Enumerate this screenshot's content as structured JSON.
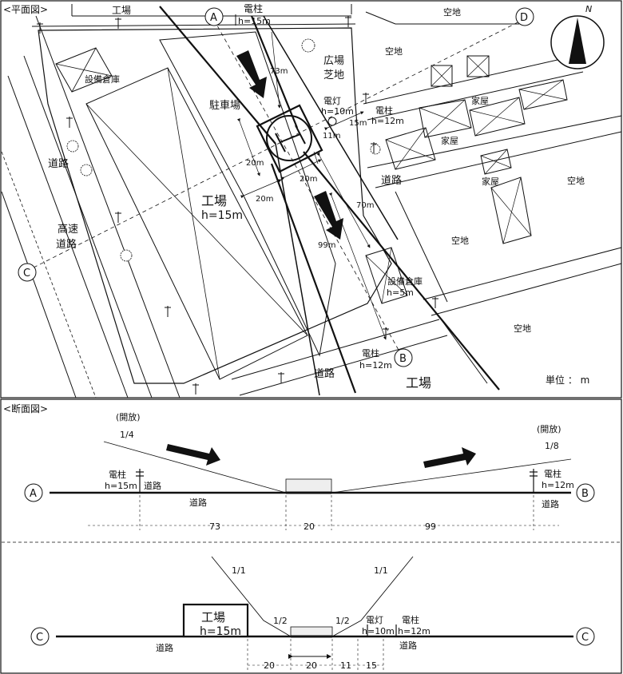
{
  "plan": {
    "title": "<平面図>",
    "unit": "単位 ： m",
    "north": "N",
    "markers": {
      "A": "A",
      "B": "B",
      "C": "C",
      "D": "D"
    },
    "labels": {
      "kojo_top": "工場",
      "denchu_top": "電柱",
      "denchu_top_h": "h=15m",
      "setsubi_soko1": "設備倉庫",
      "hiroba": "広場",
      "shibachi": "芝地",
      "chushajo": "駐車場",
      "dento": "電灯",
      "dento_h": "h=10m",
      "denchu_right": "電柱",
      "denchu_right_h": "h=12m",
      "kochi1": "空地",
      "kochi2": "空地",
      "kaoku1": "家屋",
      "kaoku2": "家屋",
      "kaoku3": "家屋",
      "doro_left": "道路",
      "doro_right": "道路",
      "kochi3": "空地",
      "kochi4": "空地",
      "kosoku1": "高速",
      "kosoku2": "道路",
      "kojo_main": "工場",
      "kojo_main_h": "h=15m",
      "setsubi_soko2": "設備倉庫",
      "setsubi_soko2_h": "h=5m",
      "kochi5": "空地",
      "denchu_b": "電柱",
      "denchu_b_h": "h=12m",
      "doro_bottom": "道路",
      "kojo_bottom": "工場"
    },
    "dims": {
      "d73": "73m",
      "d15": "15m",
      "d11": "11m",
      "d20a": "20m",
      "d20b": "20m",
      "d20c": "20m",
      "d70": "70m",
      "d99": "99m"
    }
  },
  "section": {
    "title": "<断面図>",
    "ab": {
      "open_left": "(開放)",
      "slope_left": "1/4",
      "open_right": "(開放)",
      "slope_right": "1/8",
      "denchu_left": "電柱",
      "denchu_left_h": "h=15m",
      "doro_left": "道路",
      "doro_center": "道路",
      "denchu_right": "電柱",
      "denchu_right_h": "h=12m",
      "doro_right": "道路",
      "dim_73": "73",
      "dim_20": "20",
      "dim_99": "99",
      "marker_a": "A",
      "marker_b": "B"
    },
    "cc": {
      "slope_tl": "1/1",
      "slope_tr": "1/1",
      "slope_l": "1/2",
      "slope_r": "1/2",
      "kojo": "工場",
      "kojo_h": "h=15m",
      "dento": "電灯",
      "dento_h": "h=10m",
      "denchu": "電柱",
      "denchu_h": "h=12m",
      "doro_left": "道路",
      "doro_right": "道路",
      "dim_20a": "20",
      "dim_20b": "20",
      "dim_11": "11",
      "dim_15": "15",
      "marker_c1": "C",
      "marker_c2": "C"
    }
  }
}
